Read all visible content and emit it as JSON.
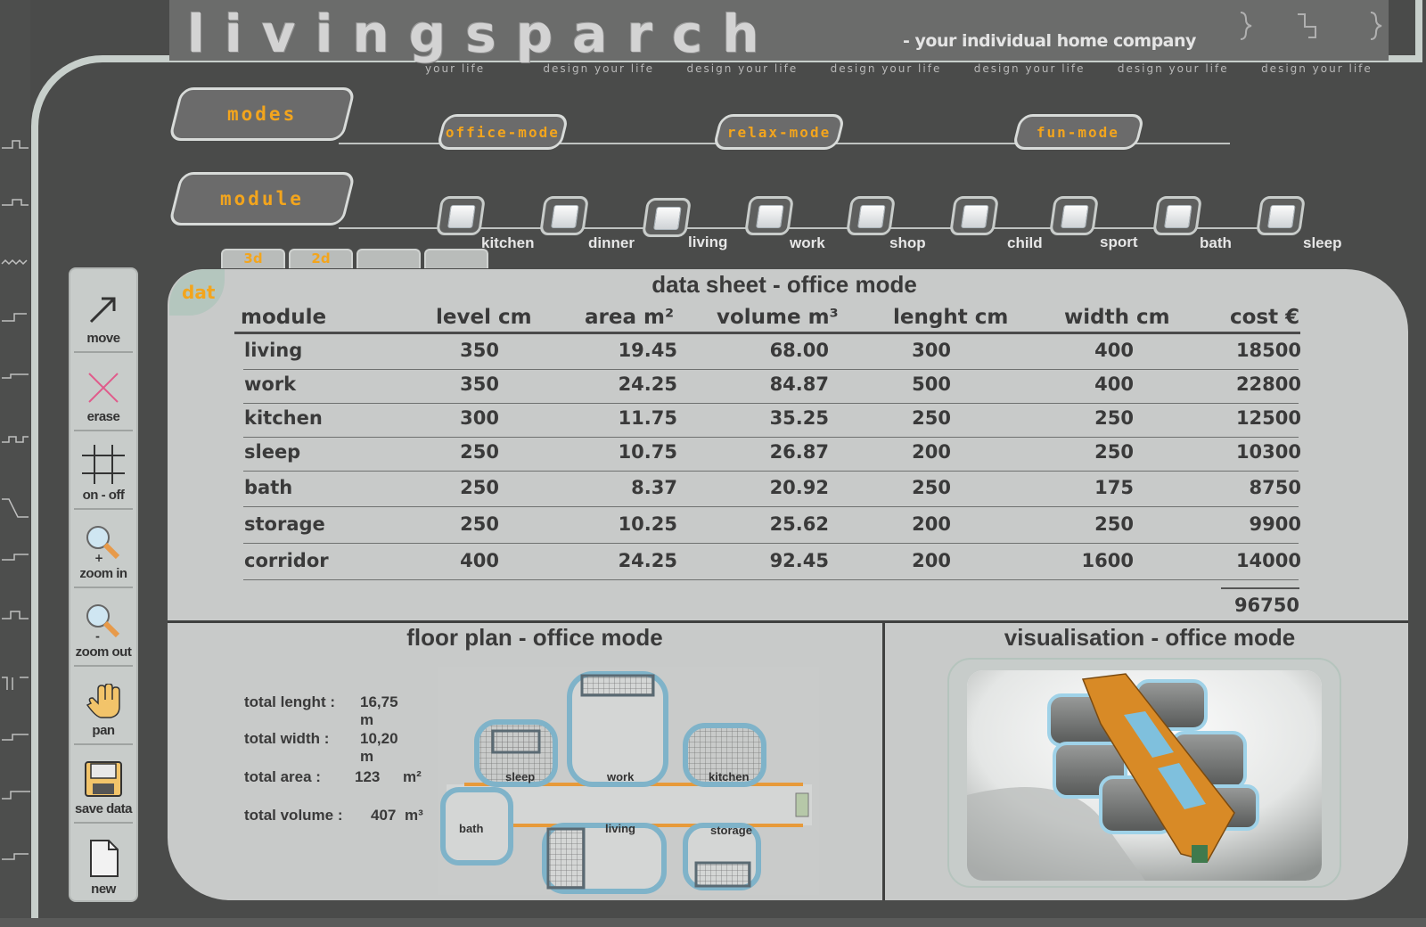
{
  "header": {
    "brand": "livingsparch",
    "tagline": "- your individual home company",
    "subnav": [
      "your life",
      "design your life",
      "design your life",
      "design your life",
      "design your life",
      "design your life",
      "design your life"
    ]
  },
  "modes": {
    "label": "modes",
    "items": [
      "office-mode",
      "relax-mode",
      "fun-mode"
    ]
  },
  "module": {
    "label": "module",
    "items": [
      "kitchen",
      "dinner",
      "living",
      "work",
      "shop",
      "child",
      "sport",
      "bath",
      "sleep"
    ]
  },
  "tabs": [
    "3d",
    "2d",
    "",
    ""
  ],
  "toolbar": {
    "items": [
      {
        "label": "move",
        "icon": "arrow-icon"
      },
      {
        "label": "erase",
        "icon": "x-icon"
      },
      {
        "label": "on - off",
        "icon": "grid-icon"
      },
      {
        "label": "zoom in",
        "icon": "zoom-in-icon"
      },
      {
        "label": "zoom out",
        "icon": "zoom-out-icon"
      },
      {
        "label": "pan",
        "icon": "hand-icon"
      },
      {
        "label": "save data",
        "icon": "floppy-icon"
      },
      {
        "label": "new",
        "icon": "new-doc-icon"
      }
    ]
  },
  "data_sheet": {
    "tab_label": "dat",
    "title": "data sheet  -  office mode",
    "columns": [
      "module",
      "level cm",
      "area m²",
      "volume m³",
      "lenght cm",
      "width cm",
      "cost €"
    ],
    "rows": [
      [
        "living",
        "350",
        "19.45",
        "68.00",
        "300",
        "400",
        "18500"
      ],
      [
        "work",
        "350",
        "24.25",
        "84.87",
        "500",
        "400",
        "22800"
      ],
      [
        "kitchen",
        "300",
        "11.75",
        "35.25",
        "250",
        "250",
        "12500"
      ],
      [
        "sleep",
        "250",
        "10.75",
        "26.87",
        "200",
        "250",
        "10300"
      ],
      [
        "bath",
        "250",
        "8.37",
        "20.92",
        "250",
        "175",
        "8750"
      ],
      [
        "storage",
        "250",
        "10.25",
        "25.62",
        "200",
        "250",
        "9900"
      ],
      [
        "corridor",
        "400",
        "24.25",
        "92.45",
        "200",
        "1600",
        "14000"
      ]
    ],
    "total": "96750"
  },
  "floor_plan": {
    "title": "floor plan  -  office mode",
    "stats": [
      {
        "label": "total lenght :",
        "value": "16,75 m",
        "unit": ""
      },
      {
        "label": "total width :",
        "value": "10,20 m",
        "unit": ""
      },
      {
        "label": "total area :",
        "value": "123",
        "unit": "m²"
      },
      {
        "label": "total volume :",
        "value": "407",
        "unit": "m³"
      }
    ],
    "rooms": [
      "sleep",
      "work",
      "kitchen",
      "bath",
      "living",
      "storage"
    ]
  },
  "visualisation": {
    "title": "visualisation  -  office mode"
  },
  "colors": {
    "accent": "#f3a51d",
    "panel": "#c8cac9",
    "background": "#4a4b4a"
  }
}
